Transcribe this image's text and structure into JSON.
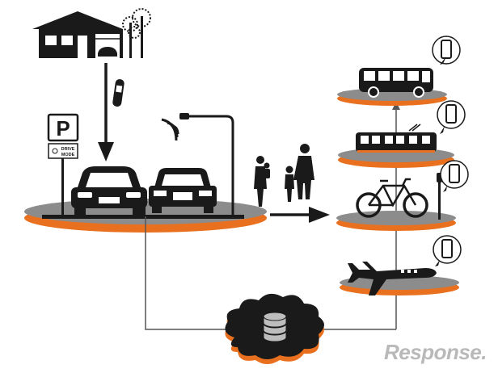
{
  "parking_sign": {
    "letter": "P",
    "line1": "DRIVE",
    "line2": "MODE"
  },
  "watermark": {
    "text": "Response",
    "suffix": "."
  },
  "colors": {
    "ink": "#1a1a1a",
    "platform_gray": "#8c8c8c",
    "platform_orange": "#e8701e",
    "connector": "#555555"
  },
  "transit_modes": [
    {
      "name": "bus",
      "icon": "bus-icon"
    },
    {
      "name": "tram",
      "icon": "tram-icon"
    },
    {
      "name": "bicycle",
      "icon": "bicycle-icon"
    },
    {
      "name": "airplane",
      "icon": "airplane-icon"
    }
  ]
}
